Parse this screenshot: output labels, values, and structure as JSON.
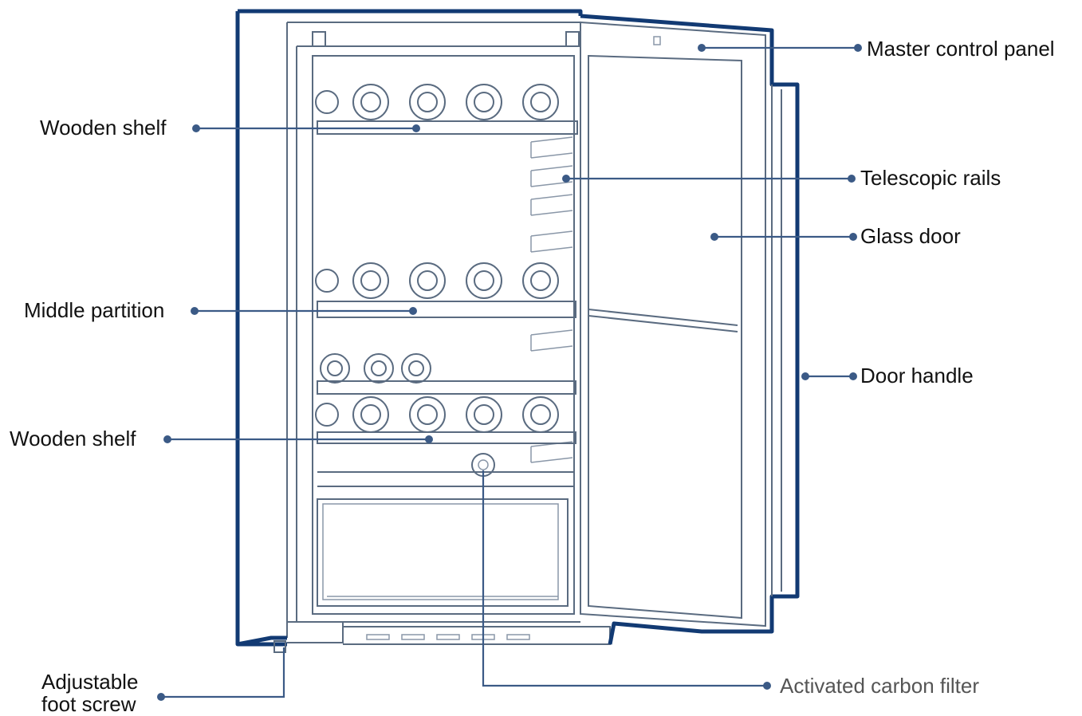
{
  "labels": {
    "master_control_panel": "Master control panel",
    "wooden_shelf_top": "Wooden shelf",
    "telescopic_rails": "Telescopic rails",
    "glass_door": "Glass door",
    "middle_partition": "Middle partition",
    "door_handle": "Door handle",
    "wooden_shelf_bottom": "Wooden shelf",
    "adjustable_foot_screw_line1": "Adjustable",
    "adjustable_foot_screw_line2": "foot screw",
    "activated_carbon_filter": "Activated carbon filter"
  },
  "colors": {
    "outline": "#123a73",
    "leader": "#3b5a86",
    "text": "#111111"
  }
}
